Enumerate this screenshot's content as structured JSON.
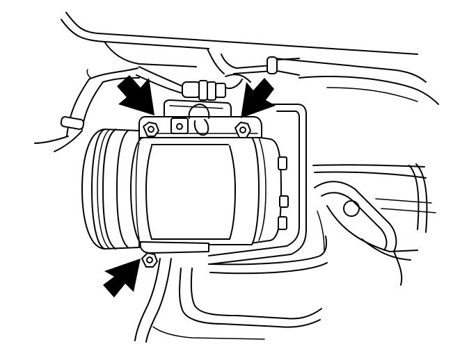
{
  "figure": {
    "colors": {
      "ink": "#000000",
      "paper": "#ffffff"
    },
    "callouts": [
      {
        "name": "bolt-upper-left",
        "icon": "arrow-icon"
      },
      {
        "name": "bolt-upper-right",
        "icon": "arrow-icon"
      },
      {
        "name": "bolt-lower-left",
        "icon": "arrow-icon"
      }
    ]
  }
}
